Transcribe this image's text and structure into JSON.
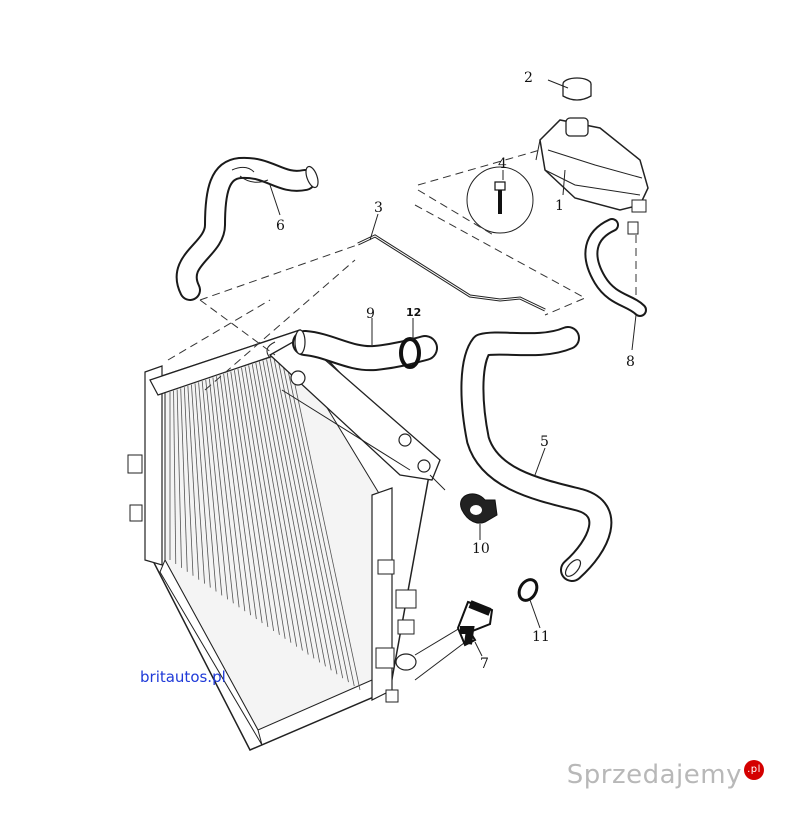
{
  "labels": {
    "p1": "1",
    "p2": "2",
    "p3": "3",
    "p4": "4",
    "p5": "5",
    "p6": "6",
    "p7": "7",
    "p8": "8",
    "p9": "9",
    "p10": "10",
    "p11": "11",
    "p12": "12"
  },
  "branding": {
    "site": "britautos.pl",
    "watermark": "Sprzedajemy",
    "watermark_badge": ".pl"
  },
  "colors": {
    "brand_blue": "#1f3ad8",
    "watermark_gray": "#b8b8b8",
    "watermark_red": "#d40000"
  }
}
